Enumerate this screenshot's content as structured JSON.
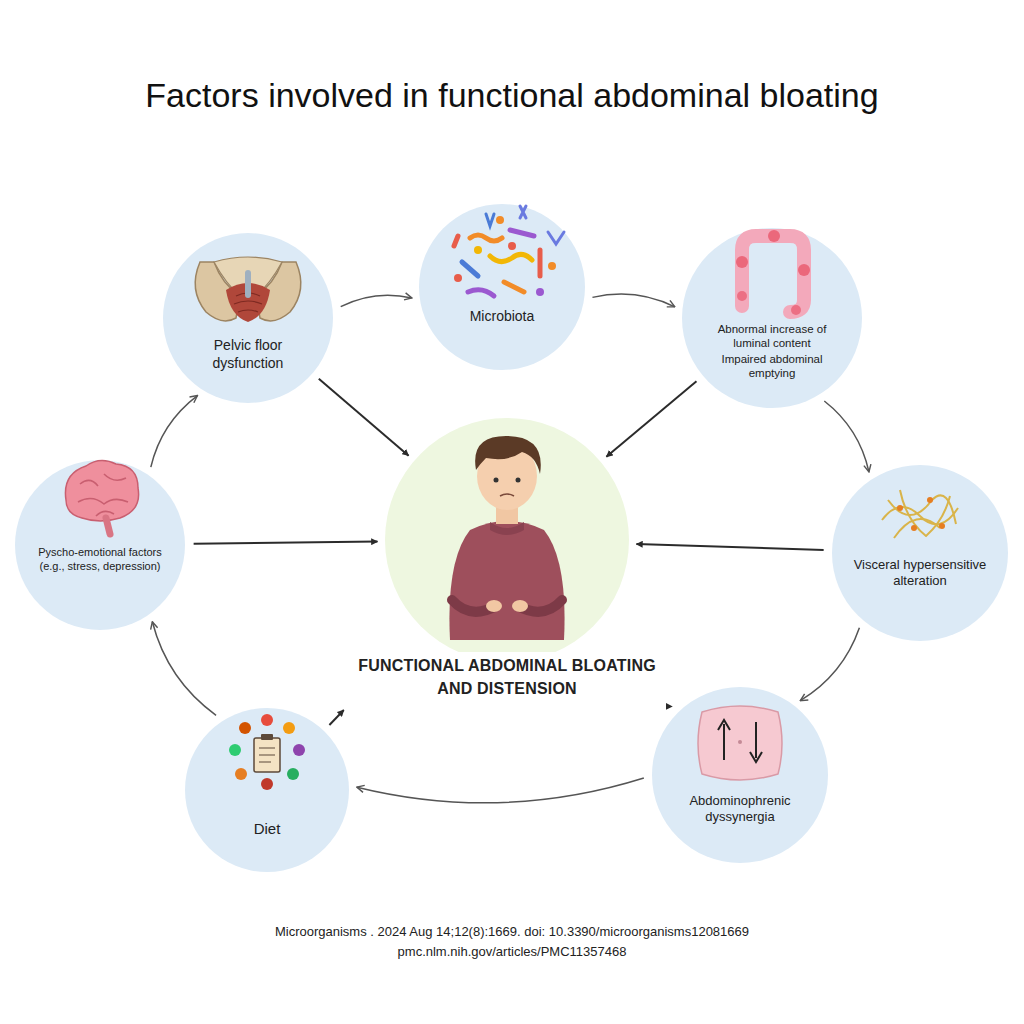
{
  "diagram": {
    "title": "Factors involved in functional abdominal bloating",
    "caption": "Microorganisms . 2024 Aug 14;12(8):1669. doi: 10.3390/microorganisms12081669 pmc.nlm.nih.gov/articles/PMC11357468",
    "nodes": [
      {
        "text": [
          "Pelvic floor dysfunction"
        ]
      },
      {
        "text": [
          "Microbiota"
        ]
      },
      {
        "text": [
          "Abnormal increase of luminal content",
          "Impaired abdominal emptying"
        ]
      },
      {
        "text": [
          "Pyscho-emotional factors (e.g., stress, depression)"
        ]
      },
      {
        "text": [
          "FUNCTIONAL ABDOMINAL BLOATING AND DISTENSION"
        ]
      },
      {
        "text": [
          "Visceral hypersensitive alteration"
        ]
      },
      {
        "text": [
          "Diet"
        ]
      },
      {
        "text": [
          "Abdominophrenic dyssynergia"
        ]
      }
    ],
    "edges": [
      {
        "from": 0,
        "to": 1,
        "arrow": "to"
      },
      {
        "from": 1,
        "to": 2,
        "arrow": "to"
      },
      {
        "from": 2,
        "to": 5,
        "arrow": "to"
      },
      {
        "from": 5,
        "to": 7,
        "arrow": "to"
      },
      {
        "from": 7,
        "to": 6,
        "arrow": "to"
      },
      {
        "from": 6,
        "to": 3,
        "arrow": "to"
      },
      {
        "from": 3,
        "to": 0,
        "arrow": "to"
      },
      {
        "from": 0,
        "to": 4,
        "arrow": "to"
      },
      {
        "from": 2,
        "to": 4,
        "arrow": "to"
      },
      {
        "from": 3,
        "to": 4,
        "arrow": "to"
      },
      {
        "from": 5,
        "to": 4,
        "arrow": "to"
      },
      {
        "from": 6,
        "to": 4,
        "arrow": "to"
      },
      {
        "from": 7,
        "to": 4,
        "arrow": "to"
      }
    ]
  }
}
